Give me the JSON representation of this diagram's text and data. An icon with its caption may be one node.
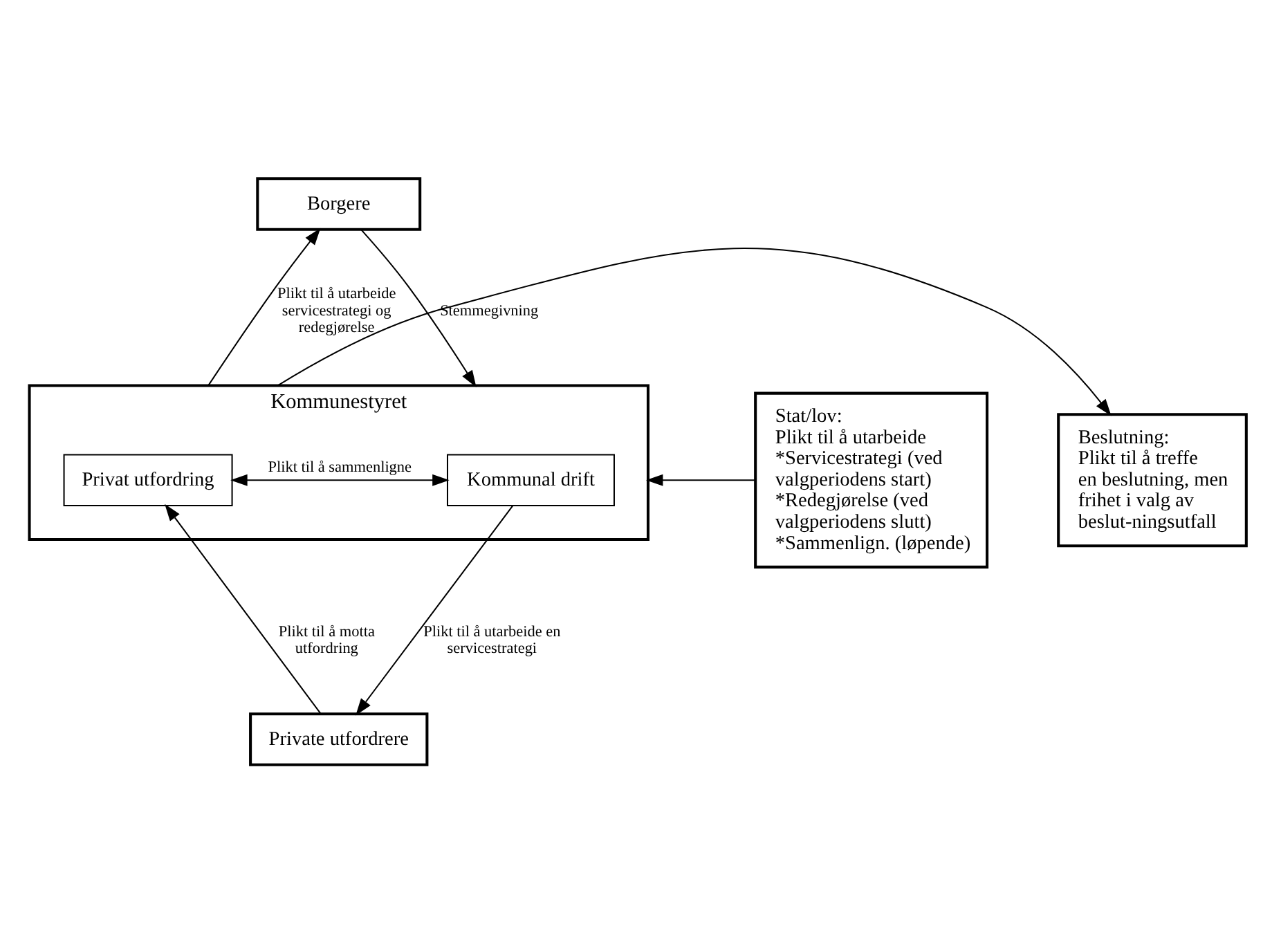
{
  "diagram": {
    "nodes": [
      {
        "text": [
          "Borgere"
        ]
      },
      {
        "text": [
          "Kommunestyret"
        ]
      },
      {
        "text": [
          "Privat utfordring"
        ],
        "in": 1
      },
      {
        "text": [
          "Kommunal drift"
        ],
        "in": 1
      },
      {
        "text": [
          "Stat/lov:",
          "Plikt til å utarbeide *Servicestrategi (ved valgperiodens start) *Redegjørelse (ved valgperiodens slutt) *Sammenlign. (løpende)"
        ]
      },
      {
        "text": [
          "Beslutning:",
          "Plikt til å treffe en beslutning, men frihet i valg av beslut-ningsutfall"
        ]
      },
      {
        "text": [
          "Private utfordrere"
        ]
      }
    ],
    "edges": [
      {
        "from": 1,
        "to": 0,
        "arrow": "to",
        "label": "Plikt til å utarbeide servicestrategi og redegjørelse"
      },
      {
        "from": 0,
        "to": 1,
        "arrow": "to",
        "label": "Stemmegivning"
      },
      {
        "from": 4,
        "to": 1,
        "arrow": "to"
      },
      {
        "from": 1,
        "to": 5,
        "arrow": "to"
      },
      {
        "from": 2,
        "to": 3,
        "arrow": "both",
        "label": "Plikt til å sammenligne"
      },
      {
        "from": 6,
        "to": 2,
        "arrow": "to",
        "label": "Plikt til å motta utfordring"
      },
      {
        "from": 3,
        "to": 6,
        "arrow": "to",
        "label": "Plikt til å utarbeide en servicestrategi"
      }
    ]
  }
}
